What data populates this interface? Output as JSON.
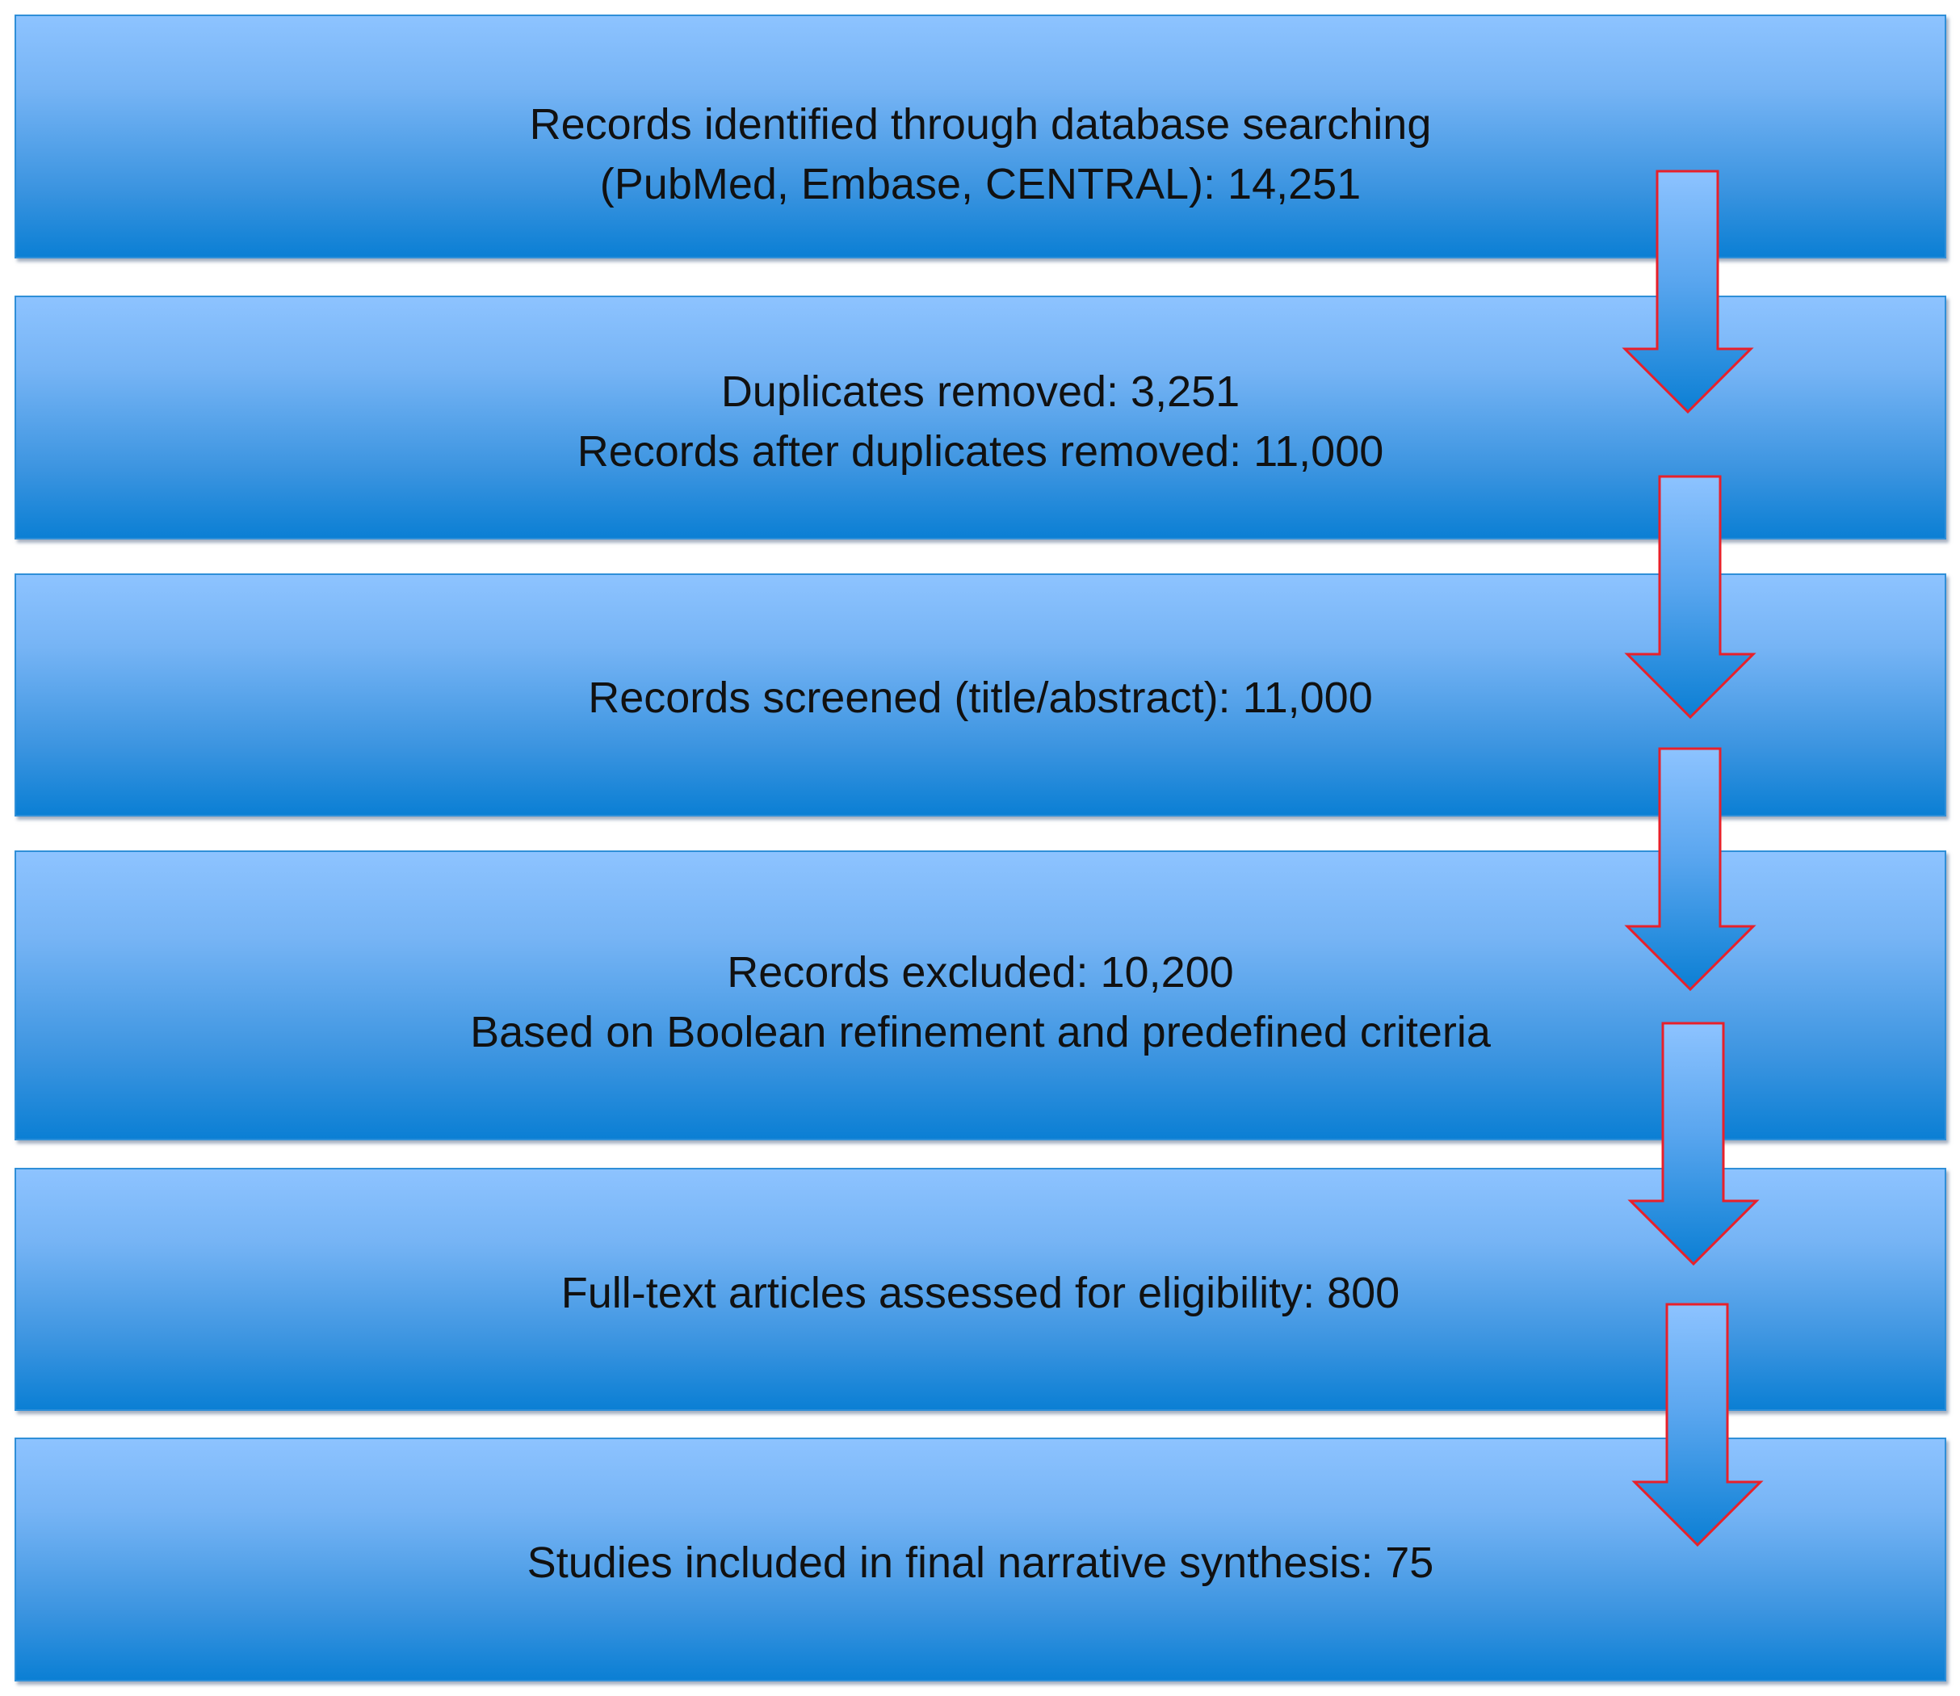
{
  "steps": [
    {
      "line1": "Records identified through database searching",
      "line2": "(PubMed, Embase, CENTRAL): 14,251"
    },
    {
      "line1": "Duplicates removed: 3,251",
      "line2": "Records after duplicates removed: 11,000"
    },
    {
      "line1": "Records screened (title/abstract): 11,000"
    },
    {
      "line1": "Records excluded: 10,200",
      "line2": "Based on Boolean refinement and predefined criteria"
    },
    {
      "line1": "Full-text articles assessed for eligibility: 800"
    },
    {
      "line1": "Studies included in final narrative synthesis: 75"
    }
  ],
  "colors": {
    "box_top": "#8dc3ff",
    "box_bottom": "#0b7fd4",
    "arrow_outline": "#e8202a"
  }
}
